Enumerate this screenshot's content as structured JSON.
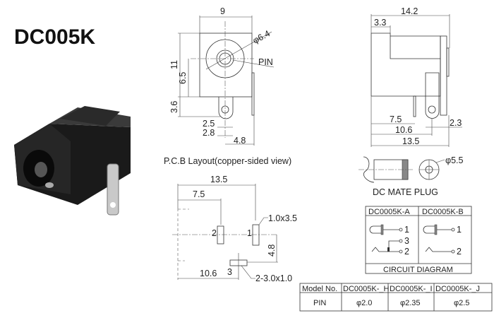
{
  "title": "DC005K",
  "front_view": {
    "width": "9",
    "height": "11",
    "center_height": "6.5",
    "tab_length": "3.6",
    "tab_w1": "2.5",
    "tab_w2": "2.8",
    "pin_offset": "4.8",
    "diameter": "φ6.4",
    "pin_label": "PIN"
  },
  "side_view": {
    "length": "14.2",
    "step": "3.3",
    "d1": "7.5",
    "d2": "10.6",
    "d3": "13.5",
    "d4": "2.3"
  },
  "mate_plug": {
    "diameter": "φ5.5",
    "label": "DC MATE PLUG"
  },
  "pcb_layout": {
    "title": "P.C.B Layout(copper-sided view)",
    "d_total": "13.5",
    "d_pin2": "7.5",
    "d_pin3": "10.6",
    "d_vert": "4.8",
    "slot_12": "1.0x3.5",
    "slot_3": "2-3.0x1.0",
    "pin1": "1",
    "pin2": "2",
    "pin3": "3"
  },
  "circuit": {
    "col_a": "DC0005K-A",
    "col_b": "DC0005K-B",
    "caption": "CIRCUIT DIAGRAM",
    "a_pins": [
      "1",
      "3",
      "2"
    ],
    "b_pins": [
      "1",
      "2"
    ]
  },
  "table": {
    "headers": [
      "Model No.",
      "DC0005K-_H",
      "DC0005K-_I",
      "DC0005K-_J"
    ],
    "row": [
      "PIN",
      "φ2.0",
      "φ2.35",
      "φ2.5"
    ]
  }
}
